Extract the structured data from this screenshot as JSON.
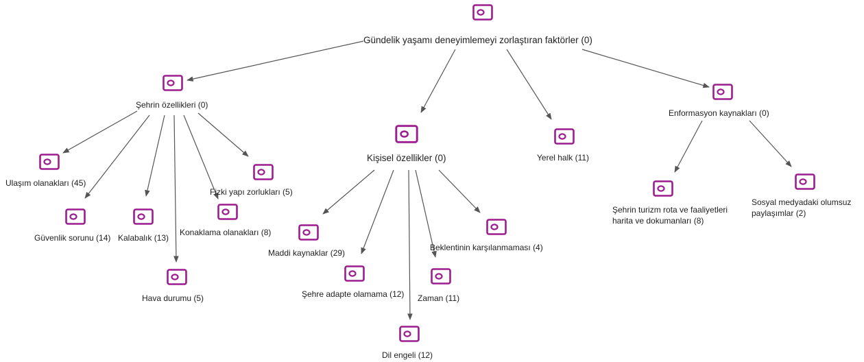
{
  "colors": {
    "icon": "#9b1d8f",
    "edge": "#555555",
    "text": "#1e1e1e"
  },
  "node_icon": "code-tag-icon",
  "nodes": {
    "root": "Gündelik yaşamı deneyimlemeyi zorlaştıran faktörler (0)",
    "sehir": "Şehrin özellikleri (0)",
    "ulasim": "Ulaşım olanakları (45)",
    "guvenlik": "Güvenlik sorunu (14)",
    "kalabalik": "Kalabalık (13)",
    "hava": "Hava durumu (5)",
    "konaklama": "Konaklama olanakları (8)",
    "fizki": "Fizki yapı zorlukları (5)",
    "kisisel": "Kişisel özellikler (0)",
    "maddi": "Maddi kaynaklar (29)",
    "adapte": "Şehre adapte olamama (12)",
    "dil": "Dil engeli (12)",
    "zaman": "Zaman (11)",
    "beklenti": "Beklentinin karşılanmaması (4)",
    "yerel": "Yerel halk (11)",
    "enformasyon": "Enformasyon kaynakları (0)",
    "turizm_1": "Şehrin turizm rota ve faaliyetleri",
    "turizm_2": "harita ve dokumanları (8)",
    "sosyal_1": "Sosyal medyadaki olumsuz",
    "sosyal_2": "paylaşımlar (2)"
  }
}
